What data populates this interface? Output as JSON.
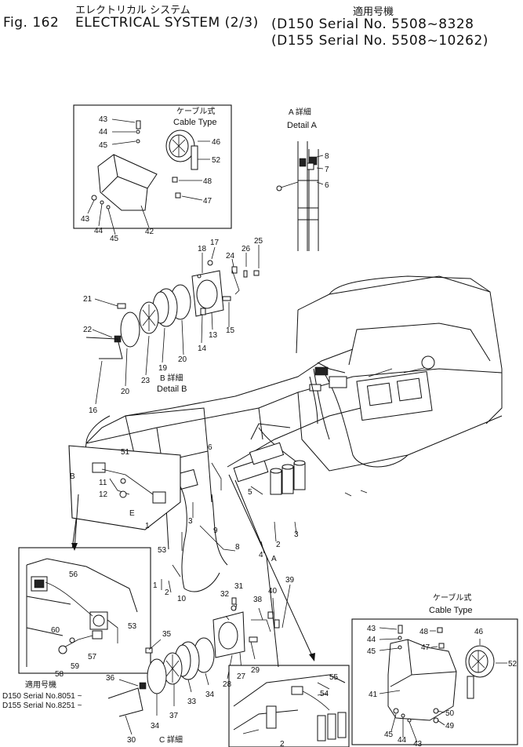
{
  "header": {
    "jp_title": "エレクトリカル システム",
    "fig": "Fig. 162",
    "title": "ELECTRICAL SYSTEM (2/3)",
    "applicable_jp": "適用号機",
    "serial_1": "(D150 Serial No. 5508~8328",
    "serial_2": "(D155 Serial No. 5508~10262)"
  },
  "details": {
    "cable_type_jp": "ケーブル式",
    "cable_type": "Cable Type",
    "detail_a_jp": "A 詳細",
    "detail_a": "Detail A",
    "detail_b_jp": "B 詳細",
    "detail_b": "Detail B",
    "detail_c_jp": "C 詳細",
    "cable_type_jp_2": "ケーブル式",
    "cable_type_2": "Cable Type",
    "serial_note_jp": "適用号機",
    "serial_note_1": "D150 Serial No.8051 ~",
    "serial_note_2": "D155 Serial No.8251 ~"
  },
  "callouts": {
    "box1": [
      "43",
      "44",
      "45",
      "46",
      "52",
      "48",
      "47",
      "43",
      "44",
      "45",
      "42"
    ],
    "detailA": [
      "8",
      "7",
      "6"
    ],
    "detailB": [
      "17",
      "18",
      "25",
      "26",
      "24",
      "21",
      "13",
      "15",
      "22",
      "14",
      "20",
      "23",
      "19",
      "20",
      "16"
    ],
    "main": [
      "6",
      "51",
      "B",
      "11",
      "12",
      "E",
      "3",
      "1",
      "53",
      "9",
      "5",
      "2",
      "3",
      "4",
      "1",
      "2",
      "10",
      "A",
      "8"
    ],
    "detailC": [
      "31",
      "32",
      "40",
      "39",
      "38",
      "35",
      "29",
      "28",
      "27",
      "34",
      "33",
      "37",
      "34",
      "36",
      "30"
    ],
    "detailE": [
      "56",
      "53",
      "60",
      "57",
      "59",
      "58"
    ],
    "box2": [
      "43",
      "44",
      "45",
      "48",
      "47",
      "46",
      "41",
      "52",
      "50",
      "49",
      "45",
      "44",
      "43"
    ],
    "bottom": [
      "55",
      "54",
      "2"
    ]
  }
}
